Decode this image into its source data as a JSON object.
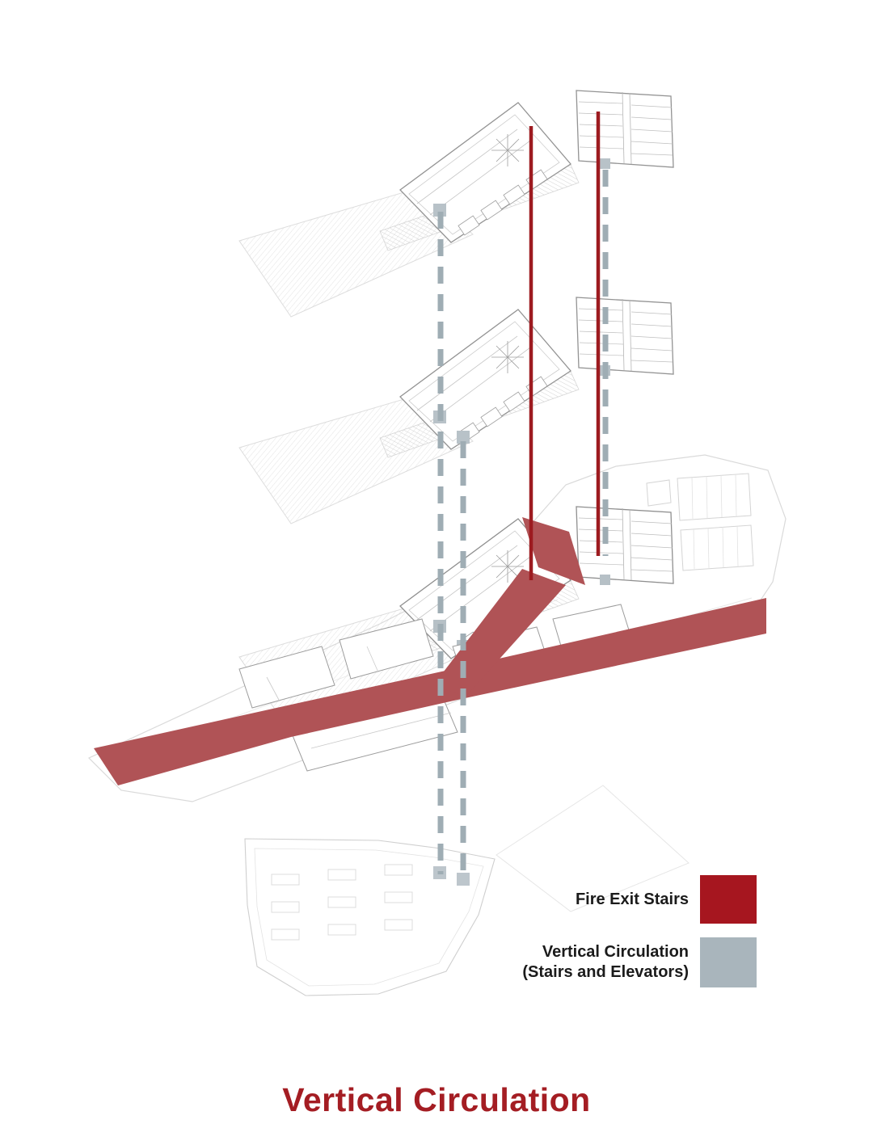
{
  "diagram": {
    "title": "Vertical Circulation",
    "legend": [
      {
        "name": "fire-exit-stairs",
        "label": "Fire Exit Stairs",
        "color": "#a6161f"
      },
      {
        "name": "vertical-circulation",
        "label_line1": "Vertical Circulation",
        "label_line2": "(Stairs and Elevators)",
        "color": "#a9b5bc"
      }
    ],
    "colors": {
      "fire_exit_red": "#9d1b20",
      "circulation_path_red": "#b05356",
      "circulation_core_gray": "#b6c0c6",
      "dashed_line_gray": "#9fadb4",
      "title_red": "#a41d23",
      "plan_line_gray": "#8f8f8f"
    }
  }
}
